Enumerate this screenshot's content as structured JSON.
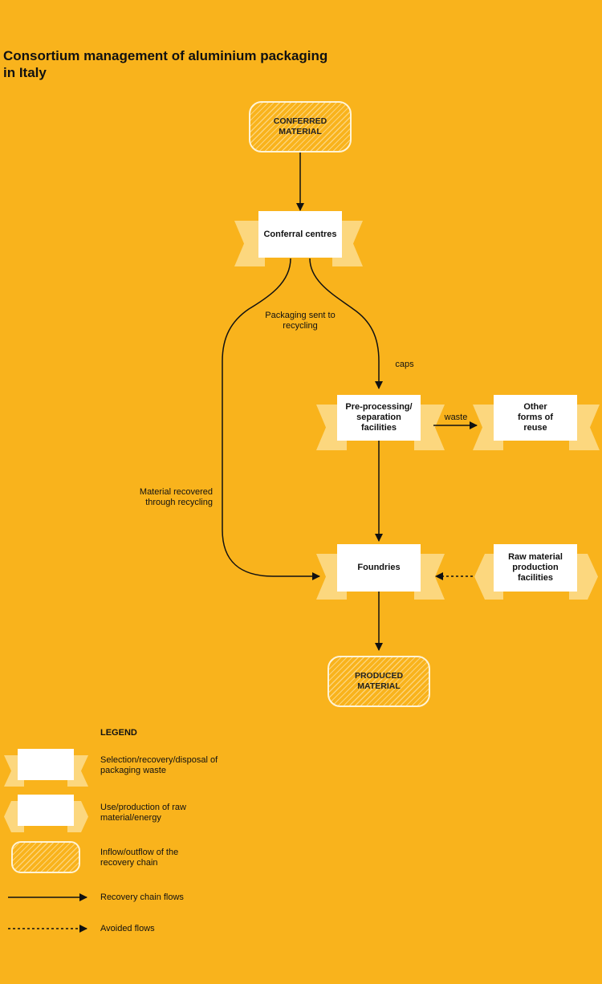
{
  "title": "Consortium management of aluminium packaging in Italy",
  "nodes": {
    "conferred_material": "CONFERRED MATERIAL",
    "conferral_centres": "Conferral centres",
    "preprocessing": "Pre-processing/ separation facilities",
    "other_reuse": "Other forms of reuse",
    "foundries": "Foundries",
    "raw_material": "Raw material production facilities",
    "produced_material": "PRODUCED MATERIAL"
  },
  "edge_labels": {
    "packaging": "Packaging sent to recycling",
    "caps": "caps",
    "waste": "waste",
    "material_recovered": "Material recovered through recycling"
  },
  "legend": {
    "title": "LEGEND",
    "items": [
      {
        "text": "Selection/recovery/disposal of packaging waste"
      },
      {
        "text": "Use/production of raw material/energy"
      },
      {
        "text": "Inflow/outflow of the recovery chain"
      },
      {
        "text": "Recovery chain flows"
      },
      {
        "text": "Avoided flows"
      }
    ]
  },
  "colors": {
    "background": "#F9B31C",
    "ribbon": "#FCD77E",
    "box": "#FFFFFF",
    "line": "#111111"
  }
}
